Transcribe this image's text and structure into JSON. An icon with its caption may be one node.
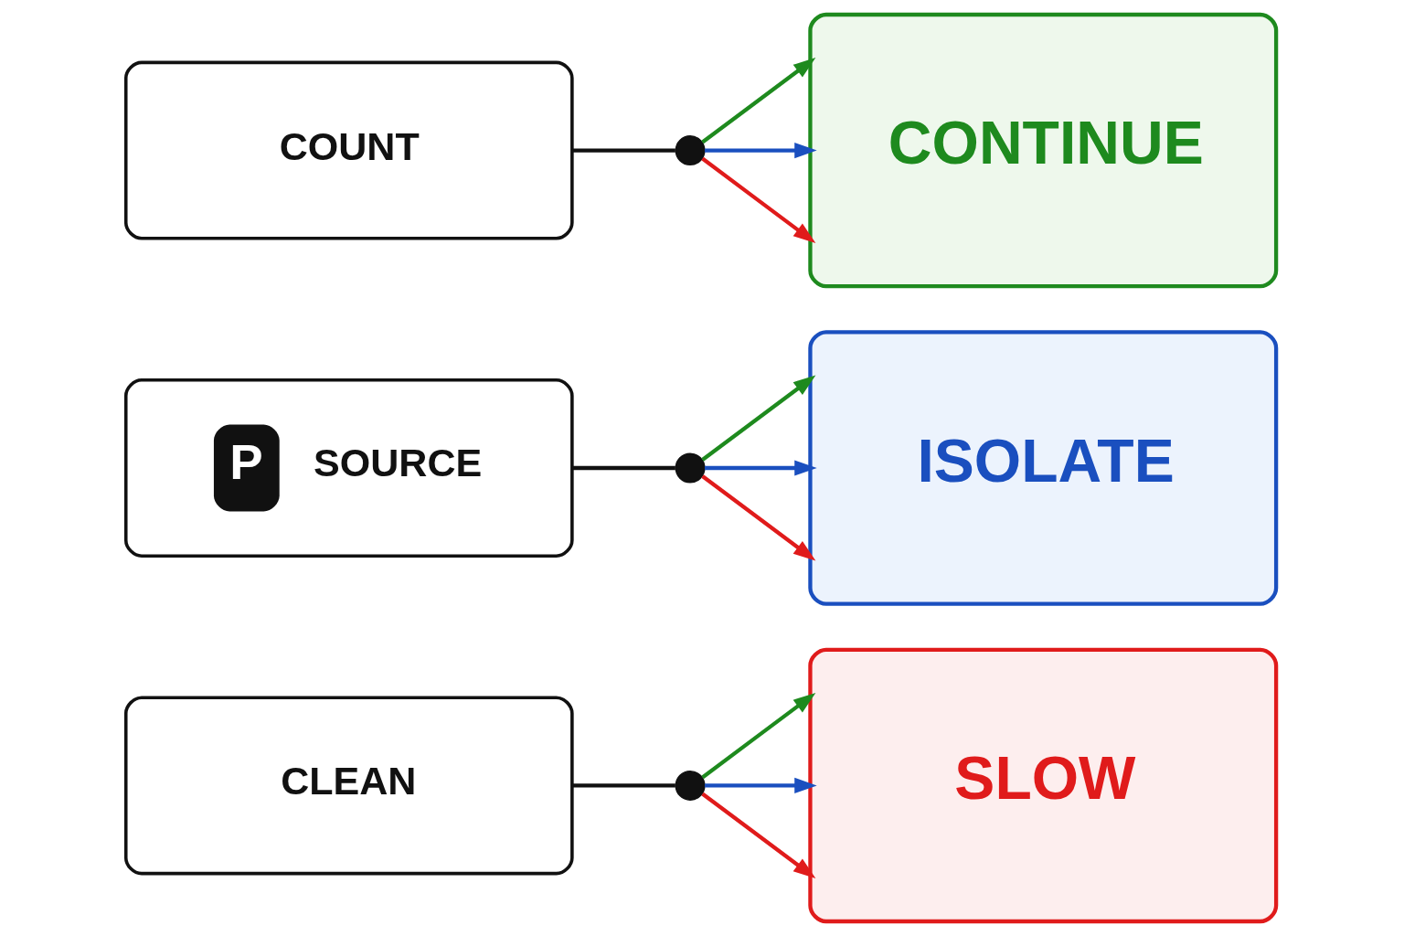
{
  "diagram": {
    "nodes": [
      {
        "text": [
          "COUNT"
        ]
      },
      {
        "text": [],
        "shape": "circle"
      },
      {
        "text": [
          "CONTINUE"
        ]
      },
      {
        "text": [
          "P",
          "SOURCE"
        ]
      },
      {
        "text": [],
        "shape": "circle"
      },
      {
        "text": [
          "ISOLATE"
        ]
      },
      {
        "text": [
          "CLEAN"
        ]
      },
      {
        "text": [],
        "shape": "circle"
      },
      {
        "text": [
          "SLOW"
        ]
      }
    ],
    "edges": [
      {
        "from": 0,
        "to": 1,
        "arrow": "none"
      },
      {
        "from": 1,
        "to": 2,
        "arrow": "to",
        "color": "#1e8a1e"
      },
      {
        "from": 1,
        "to": 2,
        "arrow": "to",
        "color": "#1a4fbf"
      },
      {
        "from": 1,
        "to": 2,
        "arrow": "to",
        "color": "#e01b1b"
      },
      {
        "from": 3,
        "to": 4,
        "arrow": "none"
      },
      {
        "from": 4,
        "to": 5,
        "arrow": "to",
        "color": "#1e8a1e"
      },
      {
        "from": 4,
        "to": 5,
        "arrow": "to",
        "color": "#1a4fbf"
      },
      {
        "from": 4,
        "to": 5,
        "arrow": "to",
        "color": "#e01b1b"
      },
      {
        "from": 6,
        "to": 7,
        "arrow": "none"
      },
      {
        "from": 7,
        "to": 8,
        "arrow": "to",
        "color": "#1e8a1e"
      },
      {
        "from": 7,
        "to": 8,
        "arrow": "to",
        "color": "#1a4fbf"
      },
      {
        "from": 7,
        "to": 8,
        "arrow": "to",
        "color": "#e01b1b"
      }
    ]
  }
}
